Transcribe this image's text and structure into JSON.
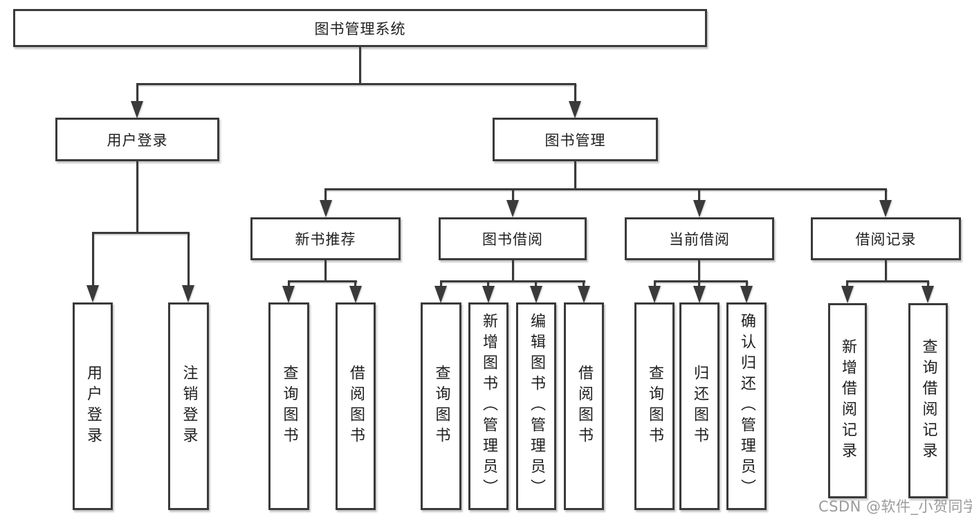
{
  "nodes": {
    "root": "图书管理系统",
    "level2": [
      "用户登录",
      "图书管理"
    ],
    "level3": [
      "新书推荐",
      "图书借阅",
      "当前借阅",
      "借阅记录"
    ],
    "leaves": [
      "用户登录",
      "注销登录",
      "查询图书",
      "借阅图书",
      "查询图书",
      "新增图书（管理员）",
      "编辑图书（管理员）",
      "借阅图书",
      "查询图书",
      "归还图书",
      "确认归还（管理员）",
      "新增借阅记录",
      "查询借阅记录"
    ]
  },
  "watermark": "CSDN @软件_小贺同学",
  "colors": {
    "line": "#3a3a3a",
    "text": "#1f1f1f",
    "watermark": "#9b9b9b",
    "background": "#ffffff"
  }
}
